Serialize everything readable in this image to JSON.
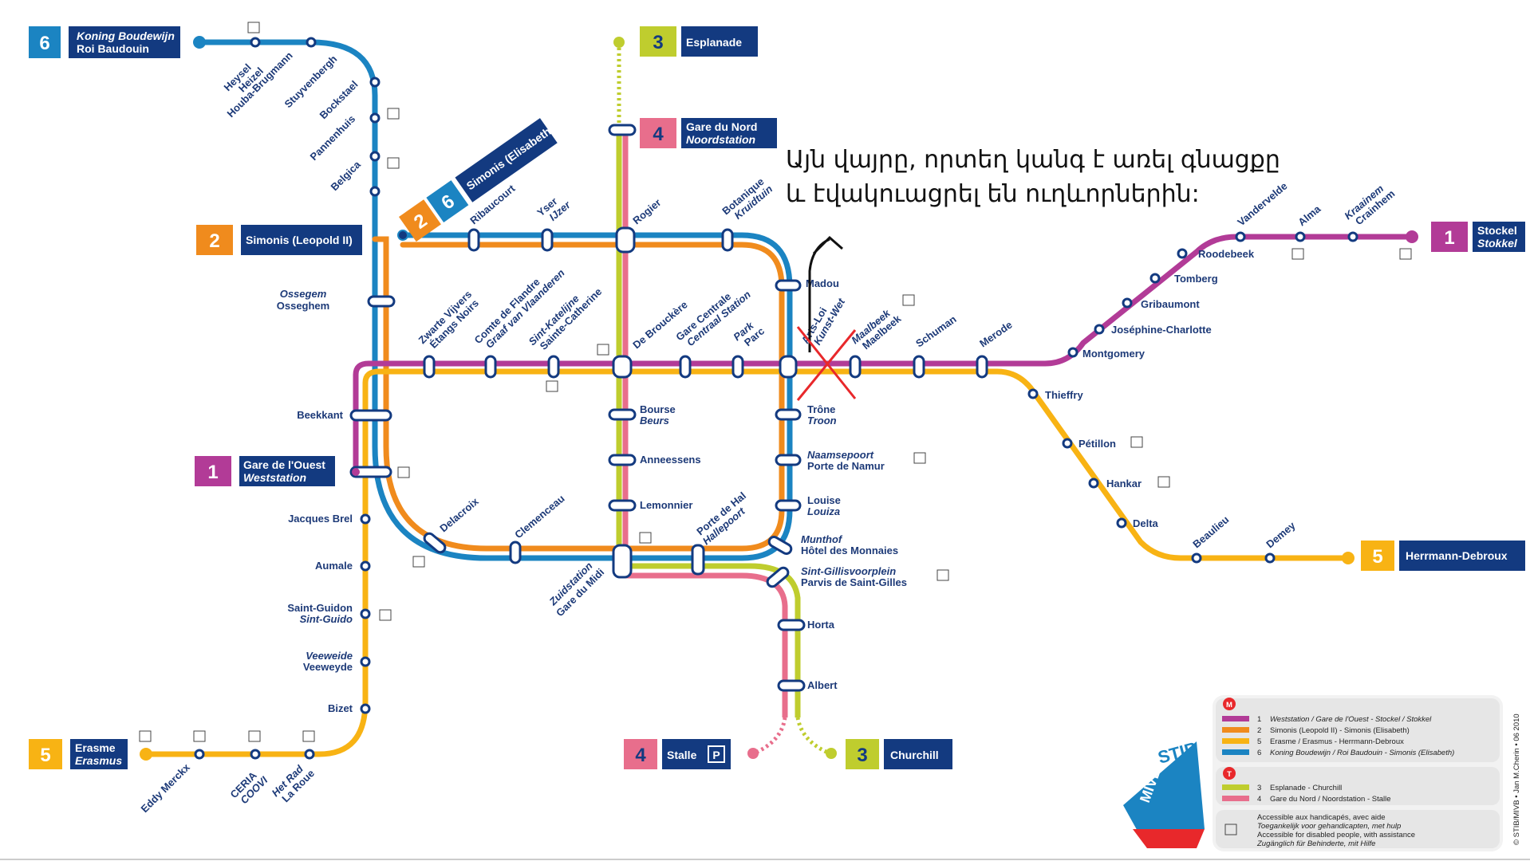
{
  "colors": {
    "line1": "#b23b97",
    "line2": "#f08b1d",
    "line5": "#f8b314",
    "line6": "#1b84c2",
    "tram3": "#bfcd2e",
    "tram4": "#e86e8c",
    "badge": "#133a80",
    "x_mark": "#e8282b"
  },
  "annotation": {
    "line_a": "Այն վայրը, որտեղ կանգ է առել գնացքը",
    "line_b": "և էվակուացրել են ուղևորներին:"
  },
  "terminals": {
    "t6": {
      "num": "6",
      "name1": "Koning Boudewijn",
      "name2": "Roi Baudouin"
    },
    "t3n": {
      "num": "3",
      "name1": "Esplanade"
    },
    "t4n": {
      "num": "4",
      "name1": "Gare du Nord",
      "name2": "Noordstation"
    },
    "t26": {
      "num_a": "2",
      "num_b": "6",
      "name1": "Simonis (Elisabeth)"
    },
    "t2": {
      "num": "2",
      "name1": "Simonis (Leopold II)"
    },
    "t1e": {
      "num": "1",
      "name1": "Stockel",
      "name2": "Stokkel"
    },
    "t1w": {
      "num": "1",
      "name1": "Gare de l'Ouest",
      "name2": "Weststation"
    },
    "t5e": {
      "num": "5",
      "name1": "Herrmann-Debroux"
    },
    "t5w": {
      "num": "5",
      "name1": "Erasme",
      "name2": "Erasmus"
    },
    "t4s": {
      "num": "4",
      "name1": "Stalle",
      "park": "P"
    },
    "t3s": {
      "num": "3",
      "name1": "Churchill"
    }
  },
  "stations": {
    "heysel_a": "Heysel",
    "heysel_b": "Heizel",
    "houba": "Houba-Brugmann",
    "stuyvenbergh": "Stuyvenbergh",
    "bockstael": "Bockstael",
    "pannenhuis": "Pannenhuis",
    "belgica": "Belgica",
    "ribaucourt": "Ribaucourt",
    "yser_a": "Yser",
    "yser_b": "IJzer",
    "rogier": "Rogier",
    "botanique_a": "Botanique",
    "botanique_b": "Kruidtuin",
    "madou": "Madou",
    "ossegem_a": "Ossegem",
    "ossegem_b": "Osseghem",
    "zwarte_a": "Zwarte Vijvers",
    "zwarte_b": "Étangs Noirs",
    "comte_a": "Comte de Flandre",
    "comte_b": "Graaf van Vlaanderen",
    "stkat_a": "Sint-Katelijne",
    "stkat_b": "Sainte-Catherine",
    "brouckere": "De Brouckère",
    "centrale_a": "Gare Centrale",
    "centrale_b": "Centraal Station",
    "park_a": "Park",
    "park_b": "Parc",
    "arts_a": "Arts-Loi",
    "arts_b": "Kunst-Wet",
    "maal_a": "Maalbeek",
    "maal_b": "Maelbeek",
    "schuman": "Schuman",
    "merode": "Merode",
    "montgomery": "Montgomery",
    "josephine": "Joséphine-Charlotte",
    "gribaumont": "Gribaumont",
    "tomberg": "Tomberg",
    "roodebeek": "Roodebeek",
    "vandervelde": "Vandervelde",
    "alma": "Alma",
    "kraainem_a": "Kraainem",
    "kraainem_b": "Crainhem",
    "thieffry": "Thieffry",
    "petillon": "Pétillon",
    "hankar": "Hankar",
    "delta": "Delta",
    "beaulieu": "Beaulieu",
    "demey": "Demey",
    "beekkant": "Beekkant",
    "bourse_a": "Bourse",
    "bourse_b": "Beurs",
    "anneessens": "Anneessens",
    "lemonnier": "Lemonnier",
    "trone_a": "Trône",
    "trone_b": "Troon",
    "naamse_a": "Naamsepoort",
    "naamse_b": "Porte de Namur",
    "louise_a": "Louise",
    "louise_b": "Louiza",
    "munthof_a": "Munthof",
    "munthof_b": "Hôtel des Monnaies",
    "stgilles_a": "Sint-Gillisvoorplein",
    "stgilles_b": "Parvis de Saint-Gilles",
    "horta": "Horta",
    "albert": "Albert",
    "delacroix": "Delacroix",
    "clemenceau": "Clemenceau",
    "zuid_a": "Zuidstation",
    "zuid_b": "Gare du Midi",
    "hal_a": "Porte de Hal",
    "hal_b": "Hallepoort",
    "jacques": "Jacques Brel",
    "aumale": "Aumale",
    "guidon_a": "Saint-Guidon",
    "guidon_b": "Sint-Guido",
    "veeweide_a": "Veeweide",
    "veeweide_b": "Veeweyde",
    "bizet": "Bizet",
    "eddy": "Eddy Merckx",
    "ceria_a": "CERIA",
    "ceria_b": "COOVI",
    "hetrad_a": "Het Rad",
    "hetrad_b": "La Roue"
  },
  "legend": {
    "metro_badge": "M",
    "tram_badge": "T",
    "m1_num": "1",
    "m1_txt": "Weststation / Gare de l'Ouest - Stockel / Stokkel",
    "m2_num": "2",
    "m2_txt": "Simonis (Leopold II) - Simonis (Elisabeth)",
    "m5_num": "5",
    "m5_txt": "Erasme / Erasmus - Herrmann-Debroux",
    "m6_num": "6",
    "m6_txt": "Koning Boudewijn / Roi Baudouin - Simonis (Elisabeth)",
    "t3_num": "3",
    "t3_txt": "Esplanade - Churchill",
    "t4_num": "4",
    "t4_txt": "Gare du Nord / Noordstation - Stalle",
    "acc1": "Accessible aux handicapés, avec aide",
    "acc2": "Toegankelijk voor gehandicapten, met hulp",
    "acc3": "Accessible for disabled people, with assistance",
    "acc4": "Zugänglich für Behinderte, mit Hilfe",
    "brand": "STIB",
    "brand2": "MIVB",
    "credit": "© STIB/MIVB • Jan M.Cherin • 06 2010"
  }
}
